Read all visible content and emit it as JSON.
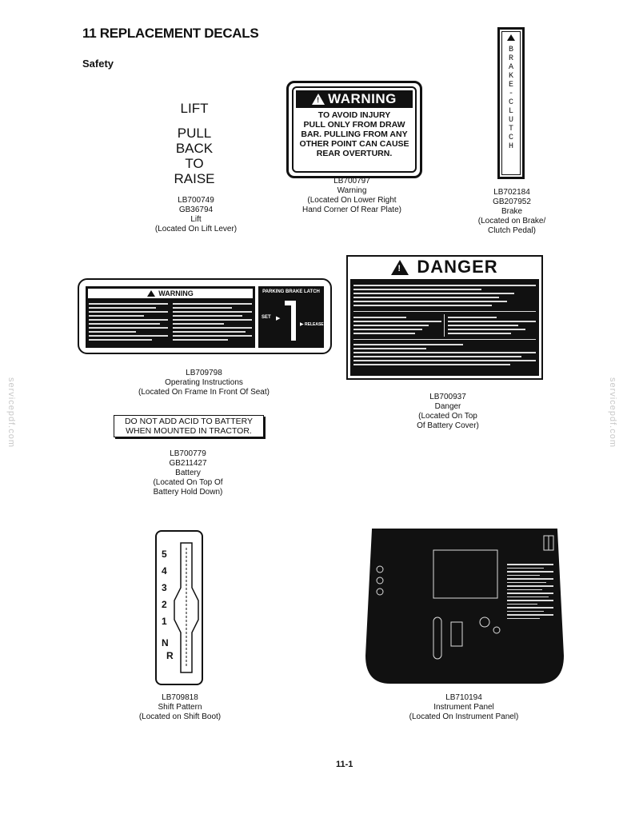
{
  "page": {
    "title": "11 REPLACEMENT DECALS",
    "section": "Safety",
    "page_number": "11-1",
    "watermark": "servicepdf.com"
  },
  "decals": {
    "lift": {
      "art_lines": [
        "LIFT",
        "PULL",
        "BACK",
        "TO",
        "RAISE"
      ],
      "caption": [
        "LB700749",
        "GB36794",
        "Lift",
        "(Located On Lift Lever)"
      ]
    },
    "warning_small": {
      "header": "WARNING",
      "body": [
        "TO AVOID INJURY",
        "PULL ONLY FROM DRAW",
        "BAR. PULLING FROM ANY",
        "OTHER POINT CAN CAUSE",
        "REAR OVERTURN."
      ],
      "caption": [
        "LB700797",
        "Warning",
        "(Located On Lower Right",
        "Hand Corner Of Rear Plate)"
      ]
    },
    "brake": {
      "art_text": "BRAKE-CLUTCH",
      "caption": [
        "LB702184",
        "GB207952",
        "Brake",
        "(Located on Brake/",
        "Clutch Pedal)"
      ]
    },
    "operating": {
      "header": "WARNING",
      "latch_title": "PARKING BRAKE LATCH",
      "set_label": "SET",
      "release_label": "RELEASE",
      "caption": [
        "LB709798",
        "Operating Instructions",
        "(Located On Frame In Front Of Seat)"
      ]
    },
    "danger": {
      "header": "DANGER",
      "caption": [
        "LB700937",
        "Danger",
        "(Located On Top",
        "Of Battery Cover)"
      ]
    },
    "battery": {
      "art_lines": [
        "DO NOT ADD ACID TO BATTERY",
        "WHEN MOUNTED IN TRACTOR."
      ],
      "caption": [
        "LB700779",
        "GB211427",
        "Battery",
        "(Located On Top Of",
        "Battery Hold Down)"
      ]
    },
    "shift": {
      "gears": [
        "5",
        "4",
        "3",
        "2",
        "1",
        "N",
        "R"
      ],
      "caption": [
        "LB709818",
        "Shift Pattern",
        "(Located on Shift Boot)"
      ]
    },
    "panel": {
      "caption": [
        "LB710194",
        "Instrument Panel",
        "(Located On Instrument Panel)"
      ]
    }
  }
}
